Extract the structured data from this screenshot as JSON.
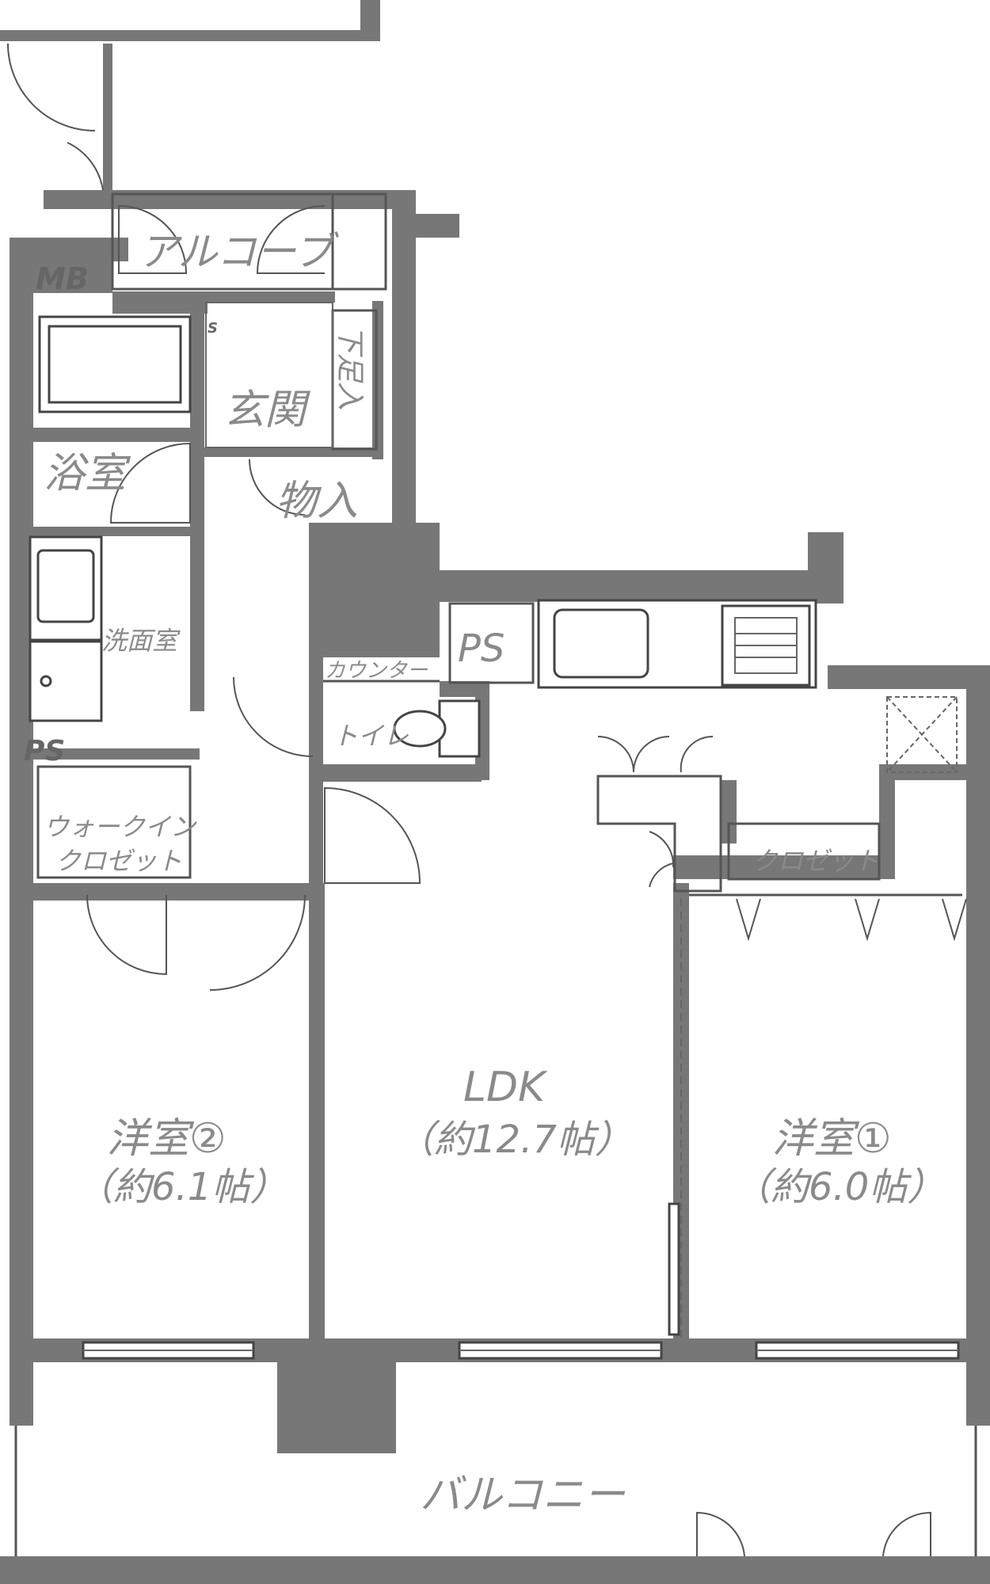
{
  "rooms": {
    "alcove": "アルコーブ",
    "mb": "MB",
    "s": "S",
    "entrance": "玄関",
    "shoe_storage": "下足入",
    "storage": "物入",
    "bath": "浴室",
    "washroom": "洗面室",
    "ps_small": "PS",
    "ps_kitchen": "PS",
    "counter": "カウンター",
    "toilet": "トイレ",
    "wic_line1": "ウォークイン",
    "wic_line2": "クロゼット",
    "closet": "クロゼット",
    "ldk_name": "LDK",
    "ldk_size": "（約12.7帖）",
    "western1_name": "洋室①",
    "western1_size": "（約6.0帖）",
    "western2_name": "洋室②",
    "western2_size": "（約6.1帖）",
    "balcony": "バルコニー"
  },
  "colors": {
    "wall": "#777777",
    "label": "#8a8a8a"
  }
}
